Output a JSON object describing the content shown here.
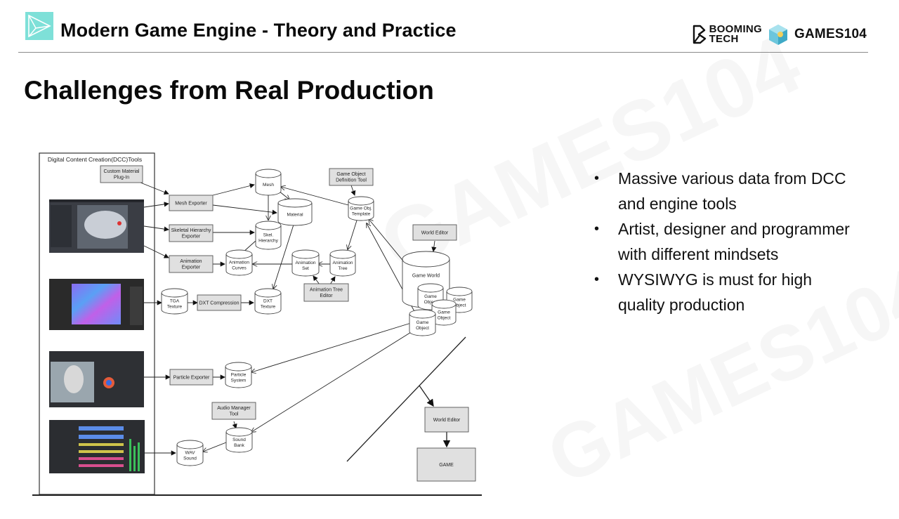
{
  "header": {
    "title": "Modern Game Engine - Theory and Practice",
    "brand_booming_line1": "BOOMING",
    "brand_booming_line2": "TECH",
    "brand_games": "GAMES104",
    "logo_color": "#7ee0d8"
  },
  "slide": {
    "title": "Challenges from Real Production"
  },
  "diagram": {
    "dcc_panel_title": "Digital Content Creation(DCC)Tools",
    "nodes": {
      "custom_material_plugin": [
        "Custom Material",
        "Plug-In"
      ],
      "mesh_exporter": [
        "Mesh Exporter"
      ],
      "skeletal_hierarchy_exporter": [
        "Skeletal Hierarchy",
        "Exporter"
      ],
      "animation_exporter": [
        "Animation",
        "Exporter"
      ],
      "mesh": [
        "Mesh"
      ],
      "material": [
        "Material"
      ],
      "skel_hierarchy": [
        "Skel.",
        "Hierarchy"
      ],
      "animation_curves": [
        "Animation",
        "Curves"
      ],
      "animation_set": [
        "Animation",
        "Set"
      ],
      "animation_tree": [
        "Animation",
        "Tree"
      ],
      "animation_tree_editor": [
        "Animation Tree",
        "Editor"
      ],
      "game_object_definition_tool": [
        "Game Object",
        "Definition Tool"
      ],
      "game_obj_template": [
        "Game Obj.",
        "Template"
      ],
      "world_editor_top": [
        "World Editor"
      ],
      "game_world": [
        "Game World"
      ],
      "game_object": [
        "Game",
        "Object"
      ],
      "tga_texture": [
        "TGA",
        "Texture"
      ],
      "dxt_compression": [
        "DXT Compression"
      ],
      "dxt_texture": [
        "DXT",
        "Texture"
      ],
      "particle_exporter": [
        "Particle Exporter"
      ],
      "particle_system": [
        "Particle",
        "System"
      ],
      "audio_manager_tool": [
        "Audio Manager",
        "Tool"
      ],
      "sound_bank": [
        "Sound",
        "Bank"
      ],
      "wav_sound": [
        "WAV",
        "Sound"
      ],
      "world_editor_bottom": [
        "World Editor"
      ],
      "game": [
        "GAME"
      ]
    },
    "screenshots": [
      "3d-modeling-tool-screenshot",
      "texture-editor-screenshot",
      "particle-editor-screenshot",
      "audio-editor-screenshot"
    ]
  },
  "bullets": [
    {
      "line1": "Massive various data from DCC",
      "line2": "and engine tools"
    },
    {
      "line1": "Artist, designer and programmer",
      "line2": "with different mindsets"
    },
    {
      "line1": "WYSIWYG is must for high",
      "line2": "quality production"
    }
  ],
  "bullet_glyph": "•"
}
